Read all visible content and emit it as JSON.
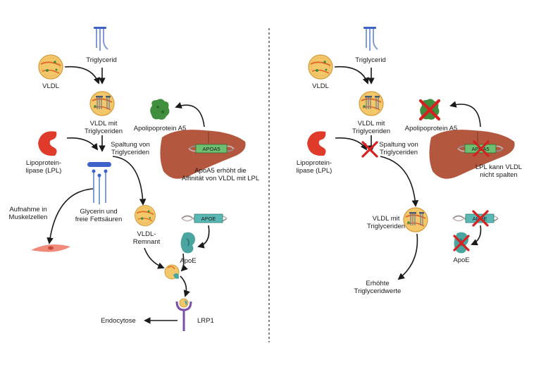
{
  "left": {
    "triglycerid": "Triglycerid",
    "vldl": "VLDL",
    "vldl_tg": [
      "VLDL mit",
      "Triglyceriden"
    ],
    "apo_a5": "Apolipoprotein A5",
    "lpl": [
      "Lipoprotein-",
      "lipase (LPL)"
    ],
    "spaltung": [
      "Spaltung von",
      "Triglyceriden"
    ],
    "apoa5_gene": "APOA5",
    "apoa5_note": [
      "ApoA5 erhöht die",
      "Affinität von VLDL mit LPL"
    ],
    "aufnahme": [
      "Aufnahme in",
      "Muskelzellen"
    ],
    "glycerin": [
      "Glycerin und",
      "freie Fettsäuren"
    ],
    "remnant": [
      "VLDL-",
      "Remnant"
    ],
    "apoe_gene": "APOE",
    "apoe": "ApoE",
    "lrp1": "LRP1",
    "endocytose": "Endocytose"
  },
  "right": {
    "triglycerid": "Triglycerid",
    "vldl": "VLDL",
    "vldl_tg": [
      "VLDL mit",
      "Triglyceriden"
    ],
    "apo_a5": "Apolipoprotein A5",
    "lpl": [
      "Lipoprotein-",
      "lipase (LPL)"
    ],
    "spaltung": [
      "Spaltung von",
      "Triglyceriden"
    ],
    "apoa5_gene": "APOA5",
    "lpl_note": [
      "LPL kann VLDL",
      "nicht spalten"
    ],
    "vldl_tg2": [
      "VLDL mit",
      "Triglyceriden"
    ],
    "apoe_gene": "APOE",
    "apoe": "ApoE",
    "erhoehte": [
      "Erhöhte",
      "Triglyceridwerte"
    ]
  },
  "colors": {
    "vldl_fill": "#f3c86b",
    "vldl_stroke": "#d79a3a",
    "lpl_red": "#e03a2a",
    "liver": "#b4573f",
    "apoa5_green": "#3f8f3f",
    "apoe_teal": "#4aa5a0",
    "gene_box_green": "#6fbf73",
    "gene_box_teal": "#5ab8b4",
    "cross_red": "#d92020",
    "lipid_blue": "#3d63c9"
  }
}
